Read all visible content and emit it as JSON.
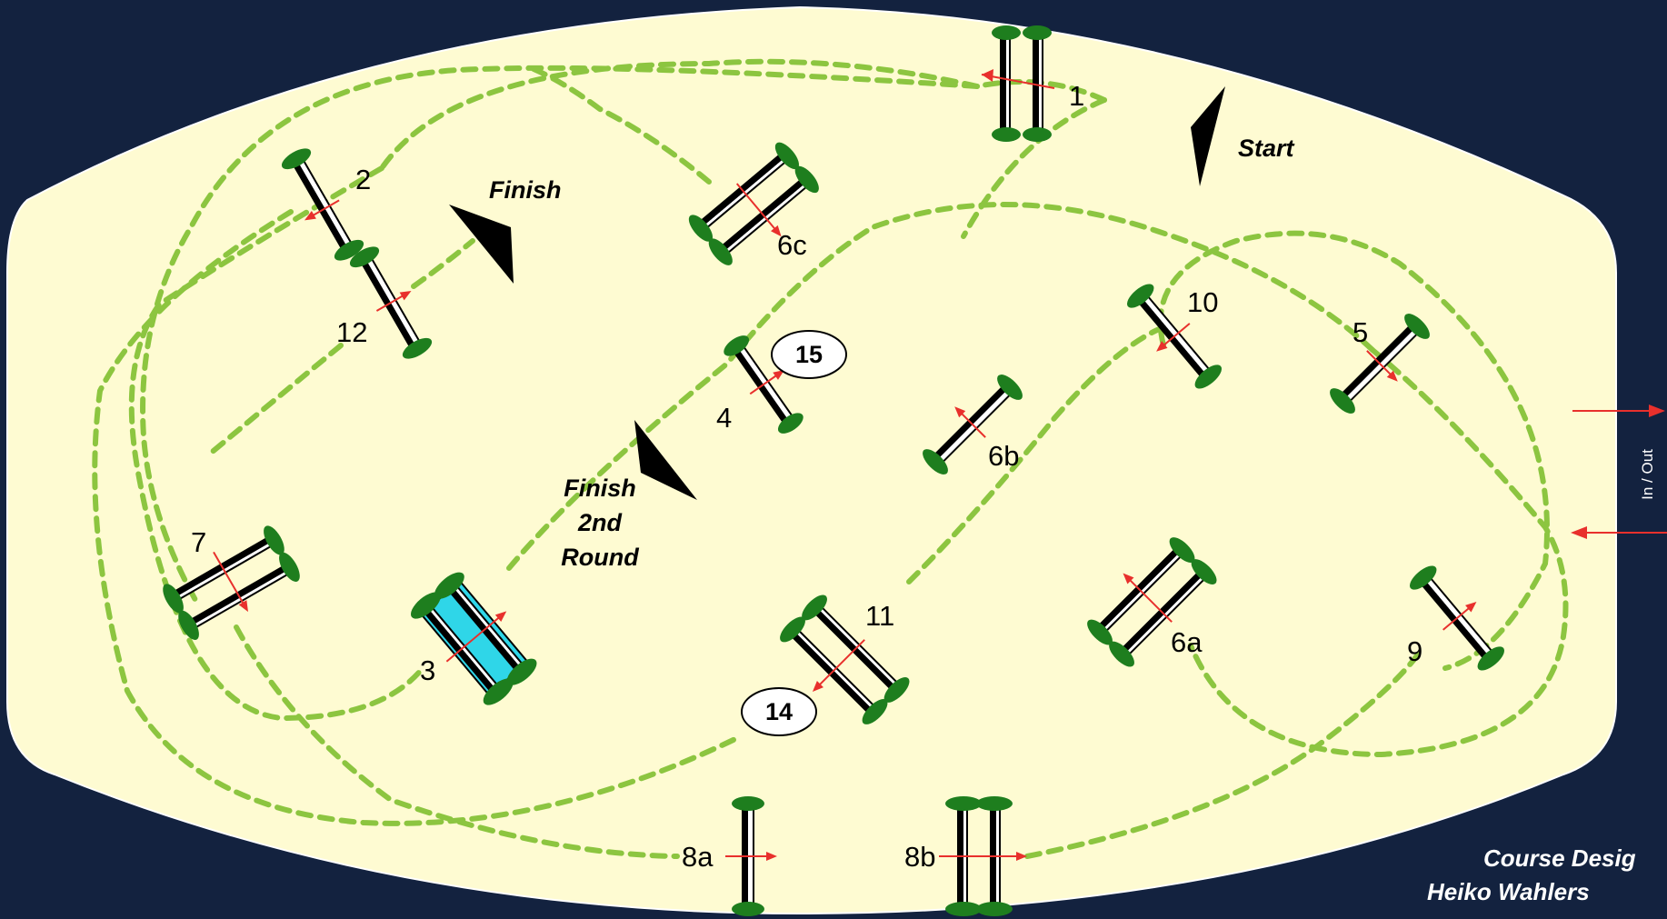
{
  "course": {
    "labels": {
      "start": "Start",
      "finish": "Finish",
      "finish_2nd_1": "Finish",
      "finish_2nd_2": "2nd",
      "finish_2nd_3": "Round",
      "gate": "In / Out"
    },
    "fences": [
      "1",
      "2",
      "3",
      "4",
      "5",
      "6a",
      "6b",
      "6c",
      "7",
      "8a",
      "8b",
      "9",
      "10",
      "11",
      "12"
    ],
    "jumpoff_markers": [
      "15",
      "14"
    ],
    "credits": [
      "Course Desig",
      "Heiko Wahlers"
    ]
  },
  "colors": {
    "background": "#13223f",
    "arena": "#fefbd2",
    "path": "#8cc540",
    "bush": "#1e7e1e",
    "pole_alt": "#ffffff",
    "pole": "#000000",
    "water": "#2fd6e8",
    "arrow": "#e8302c"
  }
}
